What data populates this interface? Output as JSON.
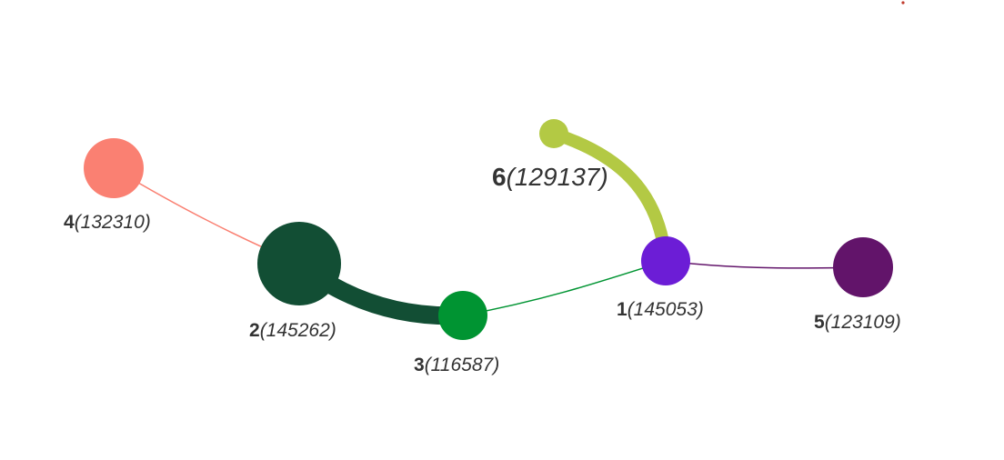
{
  "nodes": [
    {
      "key": "4",
      "id_text": "4",
      "value_text": "(132310)",
      "color": "#fa8072"
    },
    {
      "key": "2",
      "id_text": "2",
      "value_text": "(145262)",
      "color": "#124e34"
    },
    {
      "key": "3",
      "id_text": "3",
      "value_text": "(116587)",
      "color": "#009432"
    },
    {
      "key": "1",
      "id_text": "1",
      "value_text": "(145053)",
      "color": "#6c1dd6"
    },
    {
      "key": "5",
      "id_text": "5",
      "value_text": "(123109)",
      "color": "#62146a"
    },
    {
      "key": "6",
      "id_text": "6",
      "value_text": "(129137)",
      "color": "#b3c944"
    }
  ],
  "edges": [
    {
      "source": "4",
      "target": "2",
      "color": "#fa8072"
    },
    {
      "source": "2",
      "target": "3",
      "color": "#124e34"
    },
    {
      "source": "3",
      "target": "1",
      "color": "#009432"
    },
    {
      "source": "1",
      "target": "5",
      "color": "#62146a"
    },
    {
      "source": "6",
      "target": "1",
      "color": "#b3c944"
    }
  ],
  "marker_color": "#c0392b"
}
